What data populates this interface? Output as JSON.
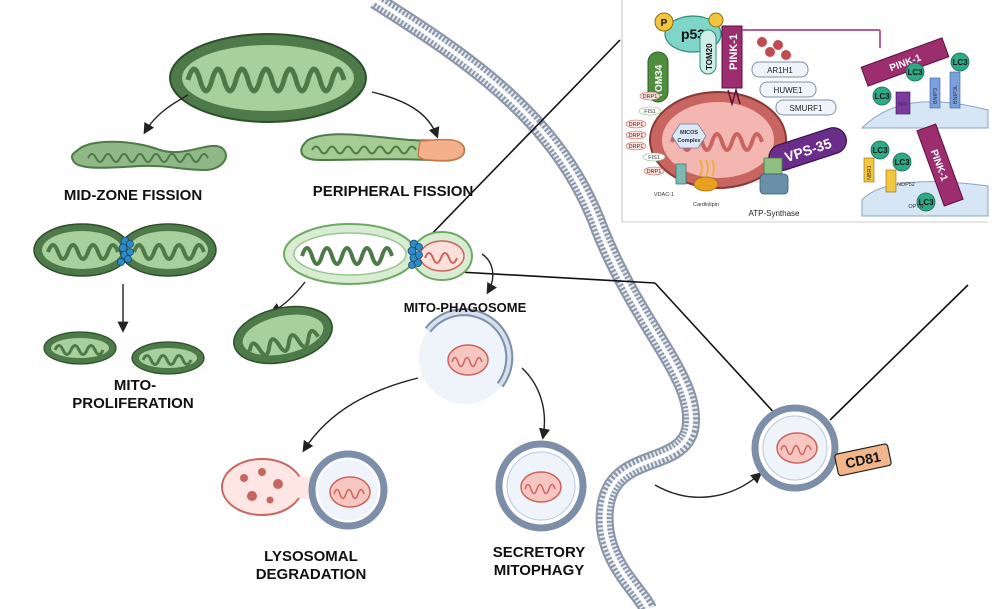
{
  "labels": {
    "mid_zone_fission": "MID-ZONE FISSION",
    "peripheral_fission": "PERIPHERAL FISSION",
    "mito_proliferation_1": "MITO-",
    "mito_proliferation_2": "PROLIFERATION",
    "mito_phagosome": "MITO-PHAGOSOME",
    "lysosomal_1": "LYSOSOMAL",
    "lysosomal_2": "DEGRADATION",
    "secretory_1": "SECRETORY",
    "secretory_2": "MITOPHAGY",
    "cd81": "CD81"
  },
  "inset_proteins": {
    "p53": "p53",
    "p": "P",
    "tom34": "TOM34",
    "tom20": "TOM20",
    "pink1": "PINK-1",
    "ar1h1": "AR1H1",
    "huwe1": "HUWE1",
    "smurf1": "SMURF1",
    "vps35": "VPS-35",
    "drp1": "DRP1",
    "fis1": "FIS1",
    "micos": "MICOS",
    "complex": "Complex",
    "vdac1": "VDAC-1",
    "cardiolipin": "Cardiolipin",
    "atp_synthase": "ATP-Synthase",
    "lc3": "LC3",
    "bnip3": "BNIP3",
    "bnip3l": "BNIP3L",
    "nix": "NIX",
    "ndp52": "NDP52",
    "optn": "OPTN",
    "nbr1": "NBR1"
  },
  "colors": {
    "mito_dark": "#4e7a4a",
    "mito_light": "#9cc495",
    "mito_pink": "#f4b6b0",
    "mito_red": "#c96560",
    "fission_blue": "#2d8bc6",
    "membrane": "#b8c8dc",
    "pink1_purple": "#9c2d6e",
    "vps35_purple": "#6a2d8a",
    "lc3_green": "#2eaa86",
    "cd81_orange": "#f2b68a",
    "p53_teal": "#7fd6c8"
  }
}
